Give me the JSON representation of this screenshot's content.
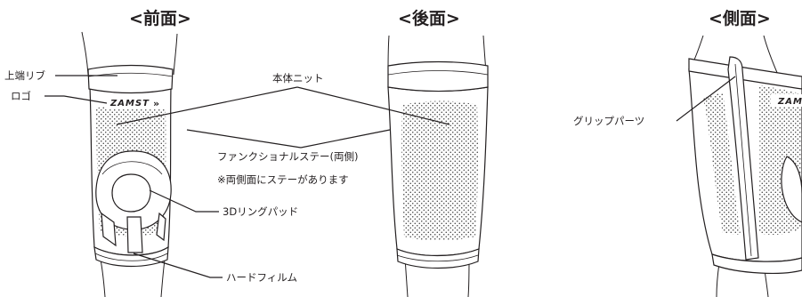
{
  "views": {
    "front": "<前面>",
    "back": "<後面>",
    "side": "<側面>"
  },
  "labels": {
    "top_rib": "上端リブ",
    "logo": "ロゴ",
    "body_knit": "本体ニット",
    "functional_stays": "ファンクショナルステー(両側)",
    "stays_note": "※両側面にステーがあります",
    "ring_pad": "3Dリングパッド",
    "hard_film": "ハードフィルム",
    "grip_parts": "グリップパーツ"
  },
  "brand": {
    "front_logo": "ZAMST",
    "side_logo": "ZAM"
  }
}
